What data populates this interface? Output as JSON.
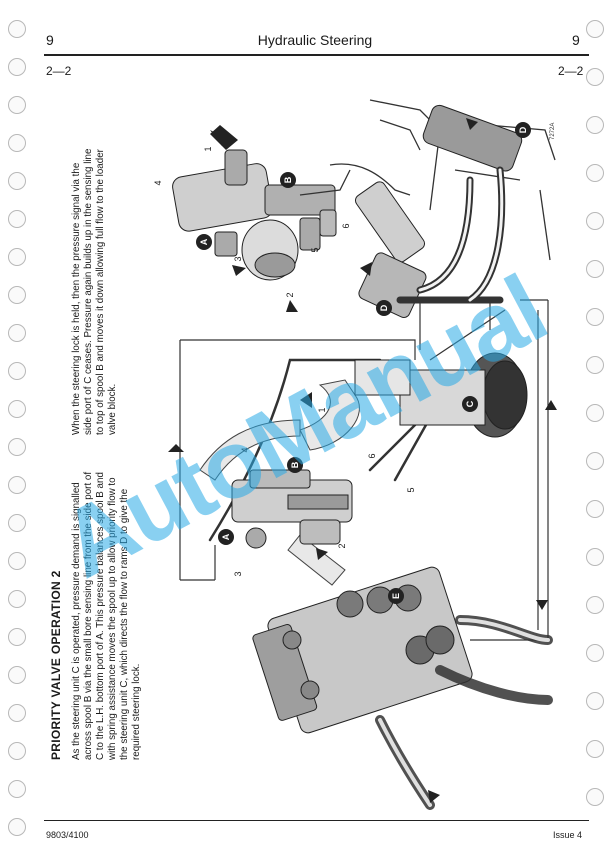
{
  "header": {
    "section_number_left": "9",
    "title": "Hydraulic Steering",
    "section_number_right": "9",
    "page_ref_left": "2—2",
    "page_ref_right": "2—2"
  },
  "section": {
    "title": "PRIORITY VALVE OPERATION 2",
    "paragraph_1": "As the steering unit C is operated, pressure demand is signalled across spool B via the small bore sensing line from the side port of C to the L.H. bottom port of A. This pressure balances spool B and with spring assistance moves the spool up to allow priority flow to the steering unit C, which directs the flow to rams D to give the required steering lock.",
    "paragraph_2": "When the steering lock is held, then the pressure signal via the side port of C ceases. Pressure again builds up in the sensing line to top of spool B and moves it down allowing full flow to the loader valve block."
  },
  "diagram": {
    "callouts": [
      "A",
      "B",
      "C",
      "D",
      "E"
    ],
    "port_numbers": [
      "1",
      "2",
      "3",
      "4",
      "5",
      "6"
    ],
    "figure_ref": "7272A"
  },
  "watermark": "AutoManual",
  "footer": {
    "doc_number": "9803/4100",
    "issue": "Issue 4"
  }
}
